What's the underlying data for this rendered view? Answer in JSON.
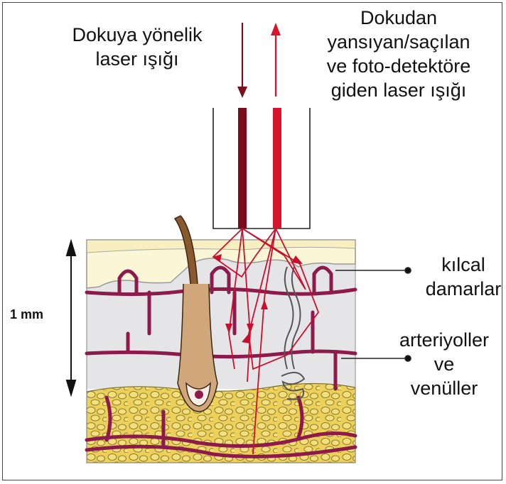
{
  "labels": {
    "incoming": [
      "Dokuya yönelik",
      "laser ışığı"
    ],
    "outgoing": [
      "Dokudan",
      "yansıyan/saçılan",
      "ve foto-detektöre",
      "giden laser ışığı"
    ],
    "capillaries": [
      "kılcal",
      "damarlar"
    ],
    "vessels": [
      "arteriyoller",
      "ve",
      "venüller"
    ],
    "scale": "1 mm"
  },
  "colors": {
    "laser_in": "#7a0c1c",
    "laser_out": "#d8142c",
    "vessel": "#8c1a4a",
    "beam": "#c8102e",
    "epidermis": "#fbf6d2",
    "dermis": "#e6e6e8",
    "fat": "#e9c94a",
    "hair": "#8a5a2e"
  }
}
